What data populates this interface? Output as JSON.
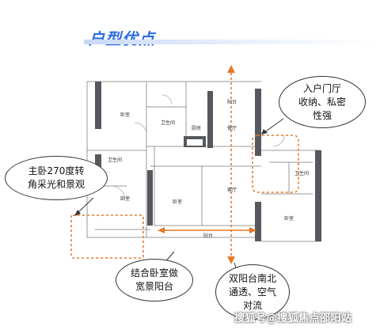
{
  "title": "户型优点",
  "rooms": {
    "bedroom_top_left": "卧室",
    "bath_top": "卫生间",
    "kitchen": "厨房",
    "balcony_top": "阳台",
    "foyer": "餐厅",
    "bath_left": "卫生间",
    "bedroom_left": "卧室",
    "bedroom_center": "卧室",
    "living": "客厅",
    "balcony_bottom": "阳台",
    "bath_right": "卫生间",
    "bedroom_right": "卧室"
  },
  "callouts": {
    "entrance": "入户门厅\n收纳、私密\n性强",
    "master": "主卧270度转\n角采光和景观",
    "balcony": "结合卧室做\n宽景阳台",
    "ventilation": "双阳台南北\n通透、空气\n对流"
  },
  "watermark": "搜狐号@搜狐焦点邵阳站",
  "colors": {
    "accent": "#e8782a",
    "title": "#2f6fe0",
    "wall": "#55595e"
  }
}
